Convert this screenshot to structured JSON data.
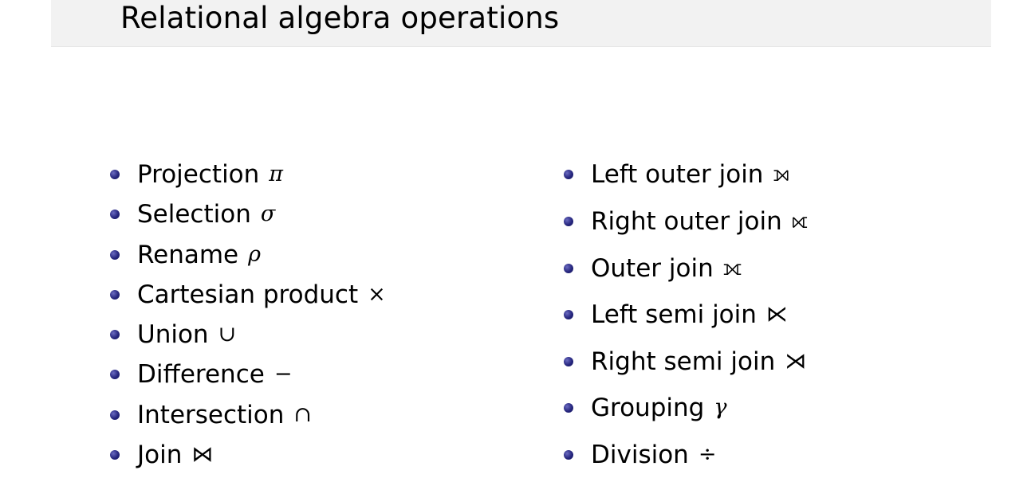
{
  "slide": {
    "title": "Relational algebra operations"
  },
  "left_items": [
    {
      "label": "Projection",
      "symbol": "π"
    },
    {
      "label": "Selection",
      "symbol": "σ"
    },
    {
      "label": "Rename",
      "symbol": "ρ"
    },
    {
      "label": "Cartesian product",
      "symbol": "×"
    },
    {
      "label": "Union",
      "symbol": "∪"
    },
    {
      "label": "Difference",
      "symbol": "−"
    },
    {
      "label": "Intersection",
      "symbol": "∩"
    },
    {
      "label": "Join",
      "symbol": "⋈"
    }
  ],
  "right_items": [
    {
      "label": "Left outer join",
      "symbol": "⟕"
    },
    {
      "label": "Right outer join",
      "symbol": "⟖"
    },
    {
      "label": "Outer join",
      "symbol": "⟗"
    },
    {
      "label": "Left semi join",
      "symbol": "⋉"
    },
    {
      "label": "Right semi join",
      "symbol": "⋊"
    },
    {
      "label": "Grouping",
      "symbol": "γ"
    },
    {
      "label": "Division",
      "symbol": "÷"
    }
  ],
  "colors": {
    "title_bar": "#f2f2f2",
    "bullet": "#26267e",
    "text": "#000000"
  }
}
